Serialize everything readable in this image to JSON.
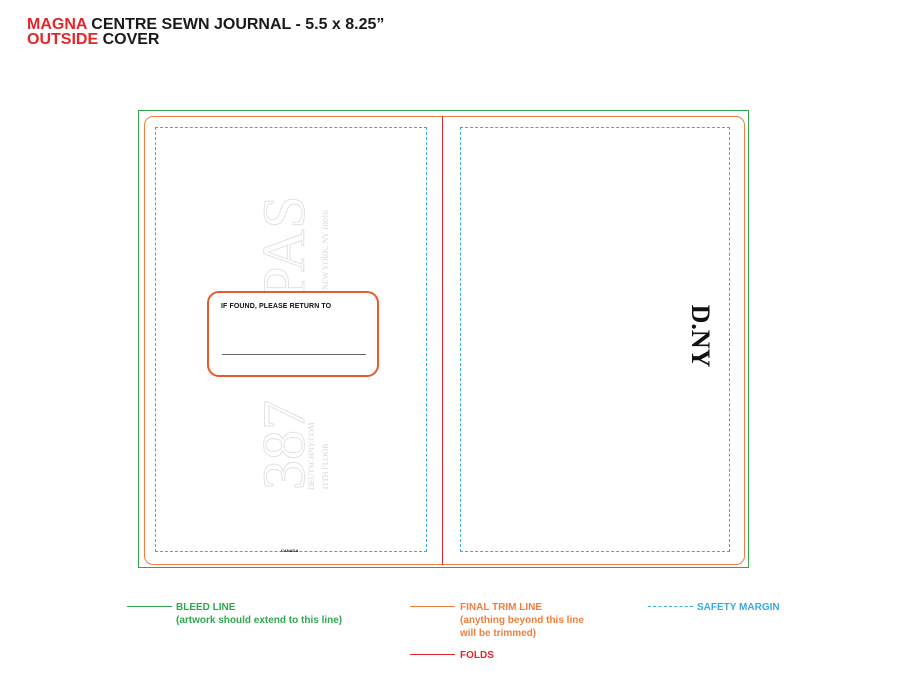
{
  "header": {
    "title_red_1": "MAGNA",
    "title_dark_1": "CENTRE SEWN JOURNAL - 5.5 x 8.25”",
    "title_red_2": "OUTSIDE",
    "title_dark_2": "COVER"
  },
  "back_cover": {
    "watermark_number": "387",
    "watermark_word": "PAS",
    "watermark_address": "NEW YORK, NY 10016",
    "watermark_site": "DEUTSCHNY.COM",
    "watermark_floor": "11TH FLOOR",
    "return_label": "IF FOUND, PLEASE RETURN TO",
    "country": "CANADA"
  },
  "front_cover": {
    "logo": "D.NY"
  },
  "legend": {
    "bleed_title": "BLEED LINE",
    "bleed_note": "(artwork should extend to this line)",
    "trim_title": "FINAL TRIM LINE",
    "trim_note_1": "(anything beyond this line",
    "trim_note_2": "will be trimmed)",
    "folds_title": "FOLDS",
    "safety_title": "SAFETY MARGIN"
  },
  "colors": {
    "bleed": "#2fa84f",
    "trim": "#f07f3c",
    "fold": "#e3262b",
    "safety": "#3aa9e0"
  }
}
